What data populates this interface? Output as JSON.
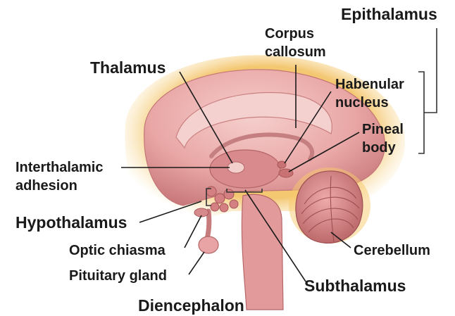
{
  "labels": {
    "epithalamus": "Epithalamus",
    "corpus_callosum_line1": "Corpus",
    "corpus_callosum_line2": "callosum",
    "thalamus": "Thalamus",
    "habenular_line1": "Habenular",
    "habenular_line2": "nucleus",
    "pineal_line1": "Pineal",
    "pineal_line2": "body",
    "interthalamic_line1": "Interthalamic",
    "interthalamic_line2": "adhesion",
    "hypothalamus": "Hypothalamus",
    "optic_chiasma": "Optic chiasma",
    "pituitary_gland": "Pituitary gland",
    "cerebellum": "Cerebellum",
    "subthalamus": "Subthalamus",
    "diencephalon": "Diencephalon"
  },
  "colors": {
    "glow": "#f0b84e",
    "cerebrum": "#e7a2a2",
    "cerebrum_light": "#f2c4c2",
    "cerebrum_dark": "#c97a7c",
    "cerebellum": "#d98b8c",
    "brainstem": "#e49a9b",
    "text": "#1a1a1a"
  }
}
